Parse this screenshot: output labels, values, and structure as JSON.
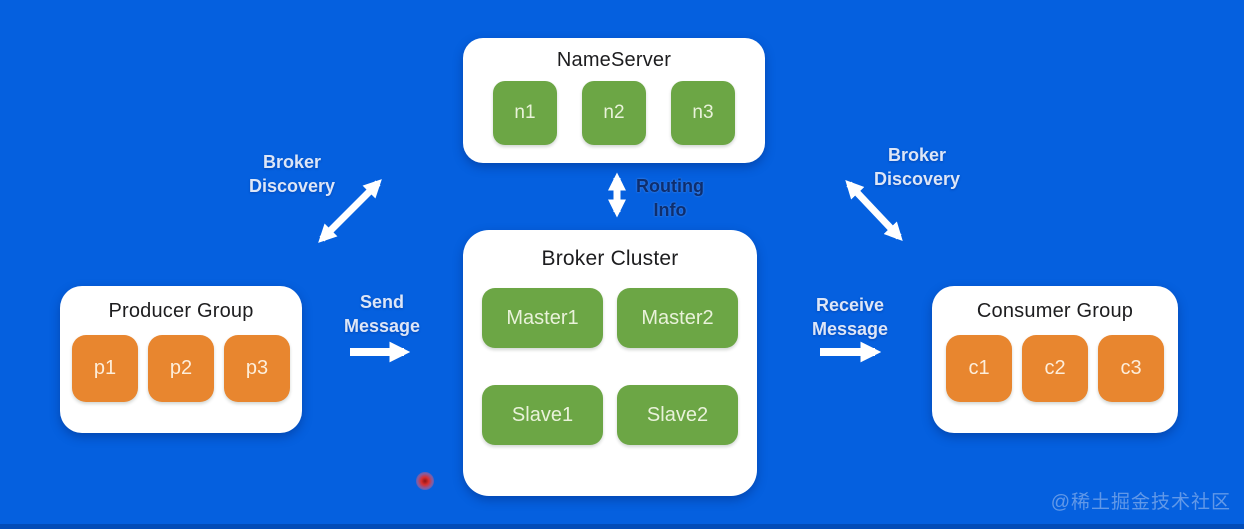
{
  "colors": {
    "background": "#0560df",
    "group_box": "#ffffff",
    "node_green": "#6ca645",
    "node_orange": "#e8862f",
    "arrow": "#ffffff",
    "label_light": "#dde6f7",
    "label_dark": "#0e2e6e",
    "box_title": "#1d1d1f"
  },
  "nameserver": {
    "title": "NameServer",
    "nodes": [
      "n1",
      "n2",
      "n3"
    ]
  },
  "broker_cluster": {
    "title": "Broker Cluster",
    "nodes": [
      "Master1",
      "Master2",
      "Slave1",
      "Slave2"
    ]
  },
  "producer_group": {
    "title": "Producer Group",
    "nodes": [
      "p1",
      "p2",
      "p3"
    ]
  },
  "consumer_group": {
    "title": "Consumer Group",
    "nodes": [
      "c1",
      "c2",
      "c3"
    ]
  },
  "labels": {
    "broker_discovery_left": {
      "line1": "Broker",
      "line2": "Discovery"
    },
    "routing_info": {
      "line1": "Routing",
      "line2": "Info"
    },
    "send_message": {
      "line1": "Send",
      "line2": "Message"
    },
    "receive_message": {
      "line1": "Receive",
      "line2": "Message"
    },
    "broker_discovery_right": {
      "line1": "Broker",
      "line2": "Discovery"
    }
  },
  "watermark": "@稀土掘金技术社区"
}
